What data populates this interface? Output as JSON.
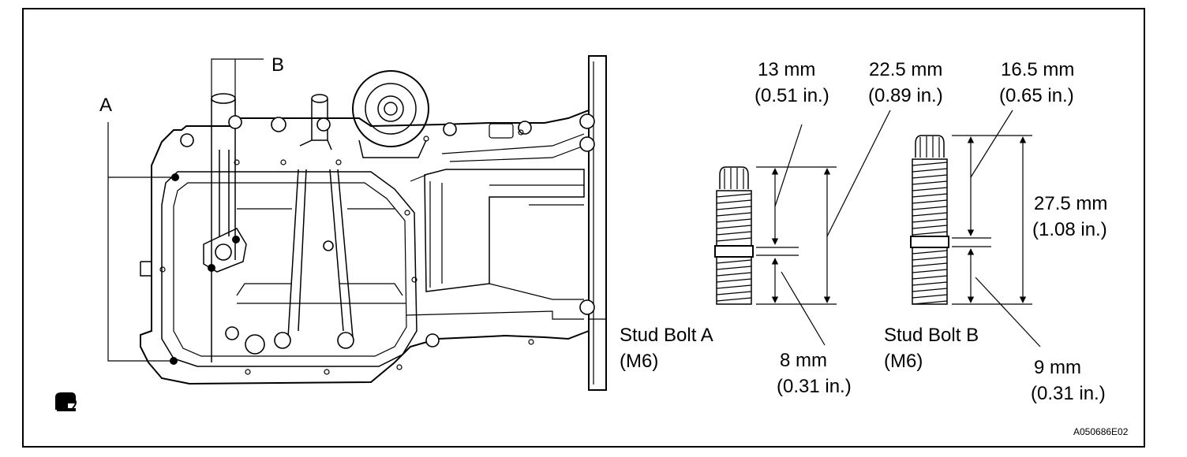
{
  "figure": {
    "callouts": {
      "a": "A",
      "b": "B"
    },
    "stud_a": {
      "name": "Stud Bolt A",
      "size": "(M6)",
      "thread_top": {
        "mm": "13 mm",
        "in": "(0.51 in.)"
      },
      "overall": {
        "mm": "22.5 mm",
        "in": "(0.89 in.)"
      },
      "thread_bottom": {
        "mm": "8 mm",
        "in": "(0.31 in.)"
      }
    },
    "stud_b": {
      "name": "Stud Bolt B",
      "size": "(M6)",
      "thread_top": {
        "mm": "16.5 mm",
        "in": "(0.65 in.)"
      },
      "overall": {
        "mm": "27.5 mm",
        "in": "(1.08 in.)"
      },
      "thread_bottom": {
        "mm": "9 mm",
        "in": "(0.31 in.)"
      }
    },
    "figure_code": "A050686E02"
  }
}
